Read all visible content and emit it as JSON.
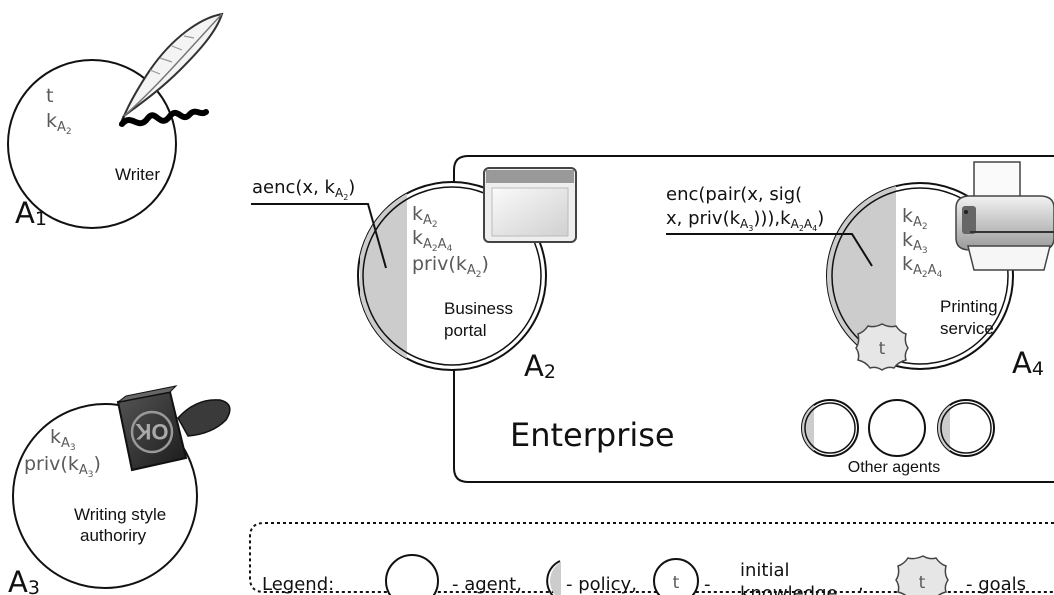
{
  "agents": {
    "a1": {
      "name": "Writer",
      "knowledge": [
        "t",
        "k",
        "A",
        "2"
      ],
      "id": [
        "A",
        "1"
      ]
    },
    "a2": {
      "name_line1": "Business",
      "name_line2": "portal",
      "id": [
        "A",
        "2"
      ],
      "kA2": [
        "k",
        "A",
        "2"
      ],
      "kA2A4": [
        "k",
        "A",
        "2",
        "A",
        "4"
      ],
      "priv": [
        "priv(",
        "k",
        "A",
        "2",
        ")"
      ],
      "message": [
        "aenc(x, ",
        "k",
        "A",
        "2",
        ")"
      ]
    },
    "a3": {
      "name_line1": "Writing style",
      "name_line2": "authoriry",
      "id": [
        "A",
        "3"
      ],
      "kA3": [
        "k",
        "A",
        "3"
      ],
      "priv": [
        "priv(",
        "k",
        "A",
        "3",
        ")"
      ],
      "stamp_text": "OK"
    },
    "a4": {
      "name_line1": "Printing",
      "name_line2": "service",
      "id": [
        "A",
        "4"
      ],
      "kA2": [
        "k",
        "A",
        "2"
      ],
      "kA3": [
        "k",
        "A",
        "3"
      ],
      "kA2A4": [
        "k",
        "A",
        "2",
        "A",
        "4"
      ],
      "goal": "t",
      "message_line1": "enc(pair(x, sig(",
      "message_line2": [
        "x, priv(",
        "k",
        "A",
        "3",
        "))),",
        "k",
        "A",
        "2",
        "A",
        "4",
        ")"
      ]
    }
  },
  "enterprise": {
    "label": "Enterprise",
    "other_agents": "Other agents"
  },
  "legend": {
    "title": "Legend:",
    "agent": "- agent,",
    "policy": "- policy,",
    "t": "t",
    "dash": "-",
    "initial": "initial",
    "knowledge": "knowledge",
    "comma": ",",
    "goal_t": "t",
    "goals": "- goals"
  },
  "colors": {
    "policy_fill": "#cccccc",
    "goal_fill": "#e6e6e6",
    "line": "#111111",
    "text_grey": "#5a5a5a"
  }
}
